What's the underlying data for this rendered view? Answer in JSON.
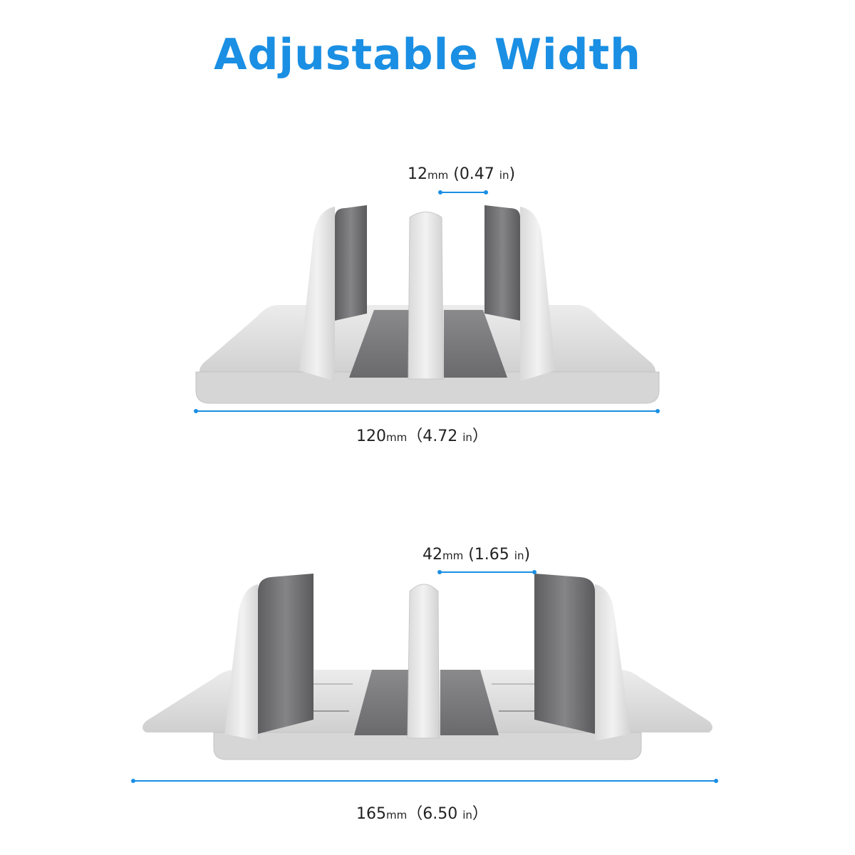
{
  "title": "Adjustable Width",
  "colors": {
    "accent": "#1a8fe3",
    "aluminum": "#dcdcdc",
    "pad": "#6e6e70"
  },
  "stands": [
    {
      "gap": {
        "num": "12",
        "unit_mm": "mm",
        "paren_open": " (",
        "in_num": "0.47",
        "unit_in": "in",
        "paren_close": ")"
      },
      "width": {
        "num": "120",
        "unit_mm": "mm",
        "paren_open": "（",
        "in_num": "4.72",
        "unit_in": "in",
        "paren_close": "）"
      }
    },
    {
      "gap": {
        "num": "42",
        "unit_mm": "mm",
        "paren_open": " (",
        "in_num": "1.65",
        "unit_in": "in",
        "paren_close": ")"
      },
      "width": {
        "num": "165",
        "unit_mm": "mm",
        "paren_open": "（",
        "in_num": "6.50",
        "unit_in": "in",
        "paren_close": "）"
      }
    }
  ]
}
